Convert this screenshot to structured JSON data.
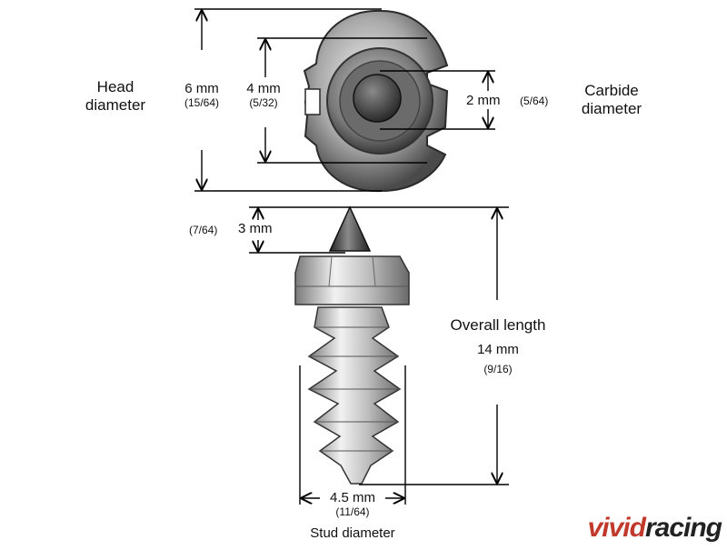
{
  "labels": {
    "head": "Head\ndiameter",
    "head_line1": "Head",
    "head_line2": "diameter",
    "six_mm": "6 mm",
    "six_frac": "(15/64)",
    "four_mm": "4 mm",
    "four_frac": "(5/32)",
    "two_mm": "2 mm",
    "two_frac": "(5/64)",
    "carbide_line1": "Carbide",
    "carbide_line2": "diameter",
    "three_frac": "(7/64)",
    "three_mm": "3 mm",
    "overall_line1": "Overall length",
    "overall_mm": "14 mm",
    "overall_frac": "(9/16)",
    "stud_mm": "4.5 mm",
    "stud_frac": "(11/64)",
    "stud_label": "Stud diameter"
  },
  "watermark": {
    "part1": "vivid",
    "part2": "racing"
  },
  "colors": {
    "metal_light": "#d8d8d8",
    "metal_dark": "#5a5a5a",
    "carbide": "#3a3a3a",
    "line": "#000000",
    "brand_red": "#c0392b"
  }
}
